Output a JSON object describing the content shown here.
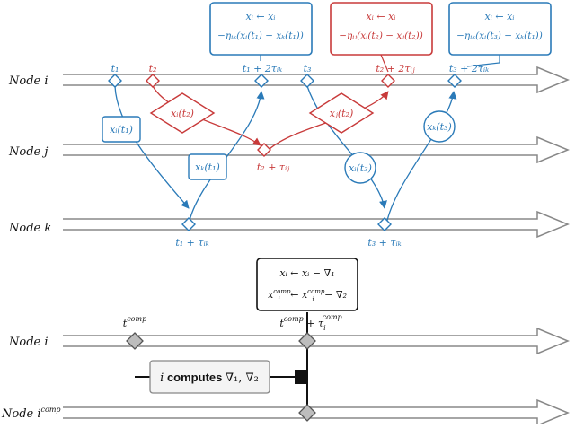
{
  "colors": {
    "blue": "#2a7ab8",
    "red": "#c83a3a",
    "gray": "#999999",
    "black": "#111111",
    "diamond_gray": "#bdbdbd",
    "comp_box_bg": "#f4f4f4"
  },
  "nodes": {
    "node_i": "Node  i",
    "node_j": "Node  j",
    "node_k": "Node  k",
    "node_i_comp_base": "Node  i",
    "node_i_comp_sup": "comp"
  },
  "updates": {
    "blue_left": {
      "line1": "xᵢ ← xᵢ",
      "line2": "−ηᵢₖ(xᵢ(t₁) − xₖ(t₁))"
    },
    "red": {
      "line1": "xᵢ ← xᵢ",
      "line2": "−ηᵢⱼ(xᵢ(t₂) − xⱼ(t₂))"
    },
    "blue_right": {
      "line1": "xᵢ ← xᵢ",
      "line2": "−ηᵢₖ(xᵢ(t₃) − xₖ(t₁))"
    }
  },
  "times": {
    "t1": "t₁",
    "t2": "t₂",
    "t3": "t₃",
    "t1_2tau_ik": "t₁ + 2τᵢₖ",
    "t2_2tau_ij": "t₂ + 2τᵢⱼ",
    "t3_2tau_ik": "t₃ + 2τᵢₖ",
    "t2_tau_ij": "t₂ + τᵢⱼ",
    "t1_tau_ik": "t₁ + τᵢₖ",
    "t3_tau_ik": "t₃ + τᵢₖ"
  },
  "messages": {
    "xi_t1": "xᵢ(t₁)",
    "xi_t2": "xᵢ(t₂)",
    "xj_t2": "xⱼ(t₂)",
    "xk_t1": "xₖ(t₁)",
    "xi_t3": "xᵢ(t₃)",
    "xk_t3": "xₖ(t₃)"
  },
  "bottom": {
    "t_comp_base": "t",
    "t_comp_sup": "comp",
    "t_plus_tau_base": "t",
    "t_plus_tau_sup": "comp",
    "t_plus_tau_mid": " + τ",
    "t_plus_tau_sub": "i",
    "t_plus_tau_sup2": "comp",
    "update_line1": "xᵢ ← xᵢ − ∇₁",
    "update_line2_a": "x",
    "update_line2_a_sup": "comp",
    "update_line2_a_sub": "i",
    "update_line2_b": " ← x",
    "update_line2_b_sup": "comp",
    "update_line2_b_sub": "i",
    "update_line2_c": " − ∇₂",
    "computes_i": "i",
    "computes_word": " computes ",
    "computes_grads": "∇₁, ∇₂"
  }
}
